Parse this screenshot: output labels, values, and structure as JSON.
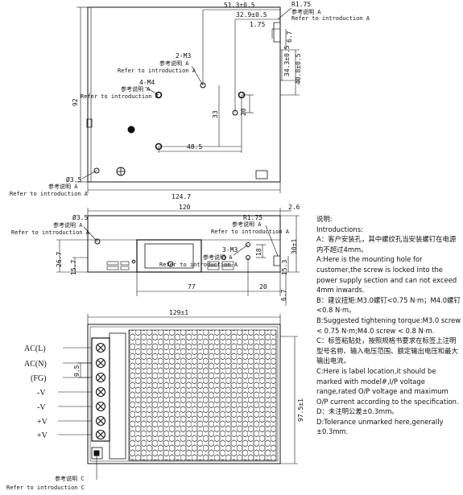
{
  "top_view": {
    "dim_width": "124.7",
    "dim_height": "92",
    "dim_51_3": "51.3±0.5",
    "dim_32_9": "32.9±0.5",
    "dim_1_75": "1.75",
    "dim_r1_75": "R1.75",
    "dim_34_3": "34.3±0.5",
    "dim_40_8": "40.8±0.5",
    "dim_6_7": "6.7",
    "dim_33": "33",
    "dim_20": "20",
    "dim_48_5": "48.5",
    "dim_d3_5": "Ø3.5",
    "callout_2m3": "2-M3",
    "callout_4m4": "4-M4",
    "ref_cn_a": "参考说明 A",
    "ref_en_a": "Refer to introduction A"
  },
  "side_view": {
    "dim_120": "120",
    "dim_2_6": "2.6",
    "dim_r1_75": "R1.75",
    "dim_d3_5": "Ø3.5",
    "dim_26_7": "26.7",
    "dim_15_7": "15.7",
    "dim_3m3": "3-M3",
    "dim_18": "18",
    "dim_15_3": "15.3",
    "dim_30": "30±1",
    "dim_77": "77",
    "dim_20": "20",
    "dim_6_7": "6.7",
    "ref_cn_a": "参考说明 A",
    "ref_en_a": "Refer to introduction A"
  },
  "front_view": {
    "dim_129": "129±1",
    "dim_97_5": "97.5±1",
    "dim_9_5": "9.5",
    "terminals": [
      "AC(L)",
      "AC(N)",
      "(FG)",
      "-V",
      "-V",
      "+V",
      "+V"
    ],
    "ref_cn_c": "参考说明 C",
    "ref_en_c": "Refer to introduction C"
  },
  "notes": {
    "title_cn": "说明:",
    "title_en": "Introductions:",
    "a_cn": "A：客户安装孔，其中螺纹孔当安装螺钉在电源内不超过4mm。",
    "a_en": "A:Here is the mounting hole for customer,the screw is locked into the power supply section and can not exceed 4mm inwards.",
    "b_cn": "B：建议扭矩:M3.0螺钉<0.75 N·m；M4.0螺钉<0.8 N·m。",
    "b_en": "B:Suggested tightening torque:M3.0 screw < 0.75 N·m;M4.0 screw < 0.8 N·m.",
    "c_cn": "C：标签粘贴处，按照规格书要求在标签上注明型号名称、输入电压范围、额定输出电压和最大输出电流。",
    "c_en": "C:Here is label location,it should be marked with model#,I/P voltage range,rated O/P voltage and maximum O/P current according to the specification.",
    "d_cn": "D：未注明公差±0.3mm。",
    "d_en": "D:Tolerance unmarked here,generally ±0.3mm."
  }
}
